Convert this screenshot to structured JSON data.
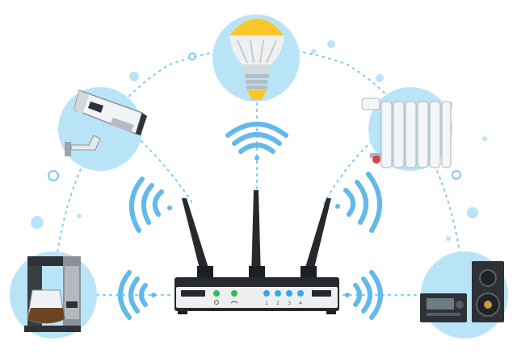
{
  "scene": {
    "hub": "wifi-router",
    "devices": [
      "security-camera",
      "light-bulb",
      "radiator-thermostat",
      "coffee-maker",
      "stereo-speaker"
    ]
  },
  "colors": {
    "circle_fill": "#b9e4f7",
    "dash_line": "#7dcbee",
    "wifi_wave": "#62b9ea",
    "router_dark": "#262a2f",
    "router_light": "#eeeff1",
    "led_green": "#2bbf5c",
    "led_blue": "#34a7e6",
    "bulb_yellow": "#f9c62a"
  },
  "router": {
    "antennas": 3,
    "ports": [
      "1",
      "2",
      "3",
      "4"
    ]
  }
}
